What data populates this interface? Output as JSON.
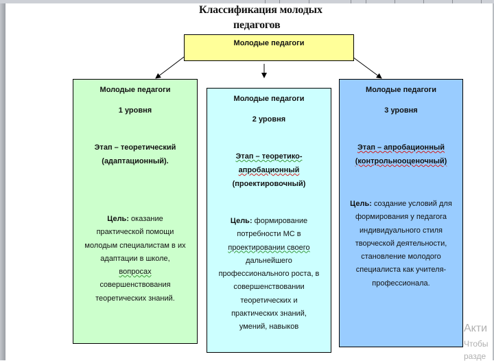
{
  "document": {
    "title_line1": "Классификация молодых",
    "title_line2": "педагогов"
  },
  "diagram": {
    "root": {
      "label": "Молодые педагоги",
      "color": "#ffff99"
    },
    "levels": [
      {
        "heading": "Молодые педагоги",
        "level": "1 уровня",
        "stage": "Этап  – теоретический",
        "stage_sub": "(адаптационный).",
        "goal_label": "Цель:",
        "goal_lines": [
          "оказание",
          "практической помощи",
          "молодым специалистам в их",
          "адаптации в школе,",
          "вопросах",
          "совершенствования",
          "теоретических знаний."
        ],
        "color": "#ccffcc"
      },
      {
        "heading": "Молодые педагоги",
        "level": "2 уровня",
        "stage": "Этап  – теоретико-",
        "stage_sub": "апробационный",
        "stage_sub2": "(проектировочный)",
        "goal_label": "Цель:",
        "goal_lines": [
          "формирование",
          "потребности МС в",
          "проектировании своего",
          "дальнейшего",
          "профессионального роста, в",
          "совершенствовании",
          "теоретических и",
          "практических знаний,",
          "умений, навыков"
        ],
        "color": "#ccffff"
      },
      {
        "heading": "Молодые педагоги",
        "level": "3 уровня",
        "stage": "Этап  – апробационный",
        "stage_sub": "(контрольнооценочный)",
        "goal_label": "Цель:",
        "goal_lines": [
          "создание условий для",
          "формирования у педагога",
          "индивидуального стиля",
          "творческой деятельности,",
          "становление молодого",
          "специалиста как учителя-",
          "профессионала."
        ],
        "color": "#99ccff"
      }
    ]
  },
  "watermark": {
    "line1": "Акти",
    "line2": "Чтобы",
    "line3": "разде"
  }
}
